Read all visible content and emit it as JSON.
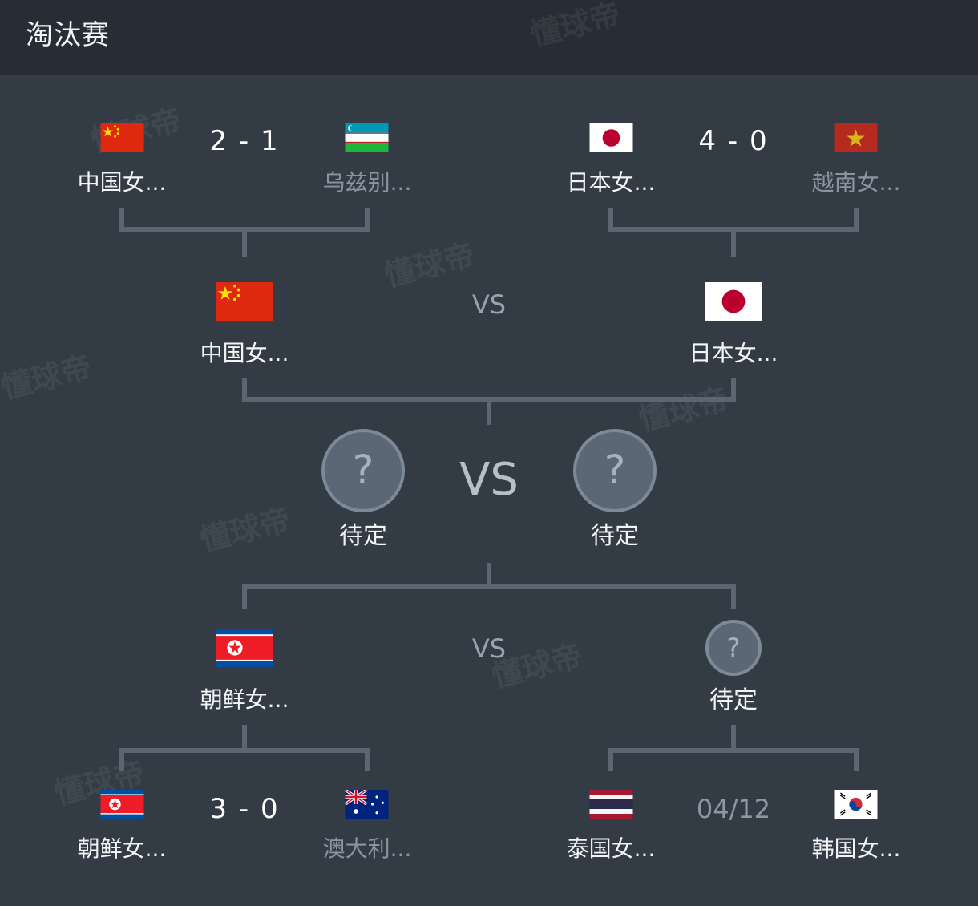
{
  "header": {
    "title": "淘汰赛"
  },
  "watermark": "懂球帝",
  "colors": {
    "background": "#333c45",
    "header_background": "#272d34",
    "connector": "#5c6670",
    "tbd_fill": "#5b6774"
  },
  "first_round": [
    {
      "home": "中国女...",
      "away": "乌兹别...",
      "score": "2 - 1",
      "home_flag": "china-flag-icon",
      "away_flag": "uzbekistan-flag-icon"
    },
    {
      "home": "日本女...",
      "away": "越南女...",
      "score": "4 - 0",
      "home_flag": "japan-flag-icon",
      "away_flag": "vietnam-flag-icon"
    },
    {
      "home": "朝鲜女...",
      "away": "澳大利...",
      "score": "3 - 0",
      "home_flag": "north-korea-flag-icon",
      "away_flag": "australia-flag-icon"
    },
    {
      "home": "泰国女...",
      "away": "韩国女...",
      "score": "04/12",
      "home_flag": "thailand-flag-icon",
      "away_flag": "south-korea-flag-icon"
    }
  ],
  "semifinals": [
    {
      "home": "中国女...",
      "away": "日本女...",
      "vs": "VS"
    },
    {
      "home": "朝鲜女...",
      "away": "待定",
      "vs": "VS"
    }
  ],
  "final": {
    "home": "待定",
    "away": "待定",
    "vs": "VS",
    "placeholder": "?"
  }
}
